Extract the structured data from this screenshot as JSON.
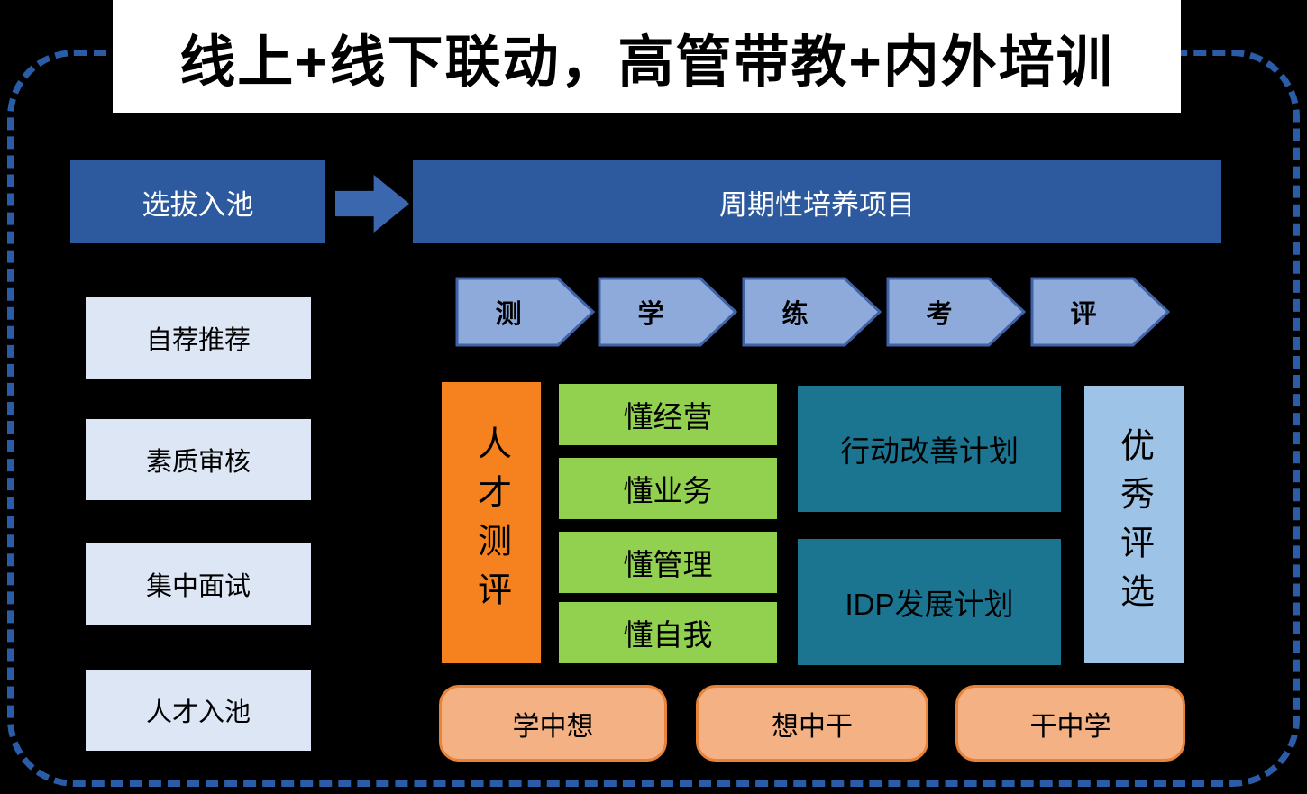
{
  "title": "线上+线下联动，高管带教+内外培训",
  "selection": {
    "header": "选拔入池",
    "steps": [
      {
        "label": "自荐推荐"
      },
      {
        "label": "素质审核"
      },
      {
        "label": "集中面试"
      },
      {
        "label": "人才入池"
      }
    ]
  },
  "program": {
    "header": "周期性培养项目",
    "phases": [
      {
        "label": "测"
      },
      {
        "label": "学"
      },
      {
        "label": "练"
      },
      {
        "label": "考"
      },
      {
        "label": "评"
      }
    ],
    "talent_assessment": "人才测评",
    "competencies": [
      {
        "label": "懂经营"
      },
      {
        "label": "懂业务"
      },
      {
        "label": "懂管理"
      },
      {
        "label": "懂自我"
      }
    ],
    "plans": [
      {
        "label": "行动改善计划"
      },
      {
        "label": "IDP发展计划"
      }
    ],
    "excellence_selection": "优秀评选",
    "practices": [
      {
        "label": "学中想"
      },
      {
        "label": "想中干"
      },
      {
        "label": "干中学"
      }
    ]
  },
  "colors": {
    "background": "#000000",
    "dashed_border": "#2B5CA8",
    "dark_blue": "#2D5A9E",
    "arrow_blue": "#3A67AE",
    "chevron_fill": "#8EAADB",
    "chevron_border": "#3F62A8",
    "light_step_box": "#DCE6F4",
    "assessment_orange": "#F5821F",
    "competency_green": "#92D050",
    "plan_teal": "#1B7591",
    "excellence_light_blue": "#9DC3E6",
    "practice_peach_fill": "#F4B183",
    "practice_peach_border": "#E8833A"
  }
}
